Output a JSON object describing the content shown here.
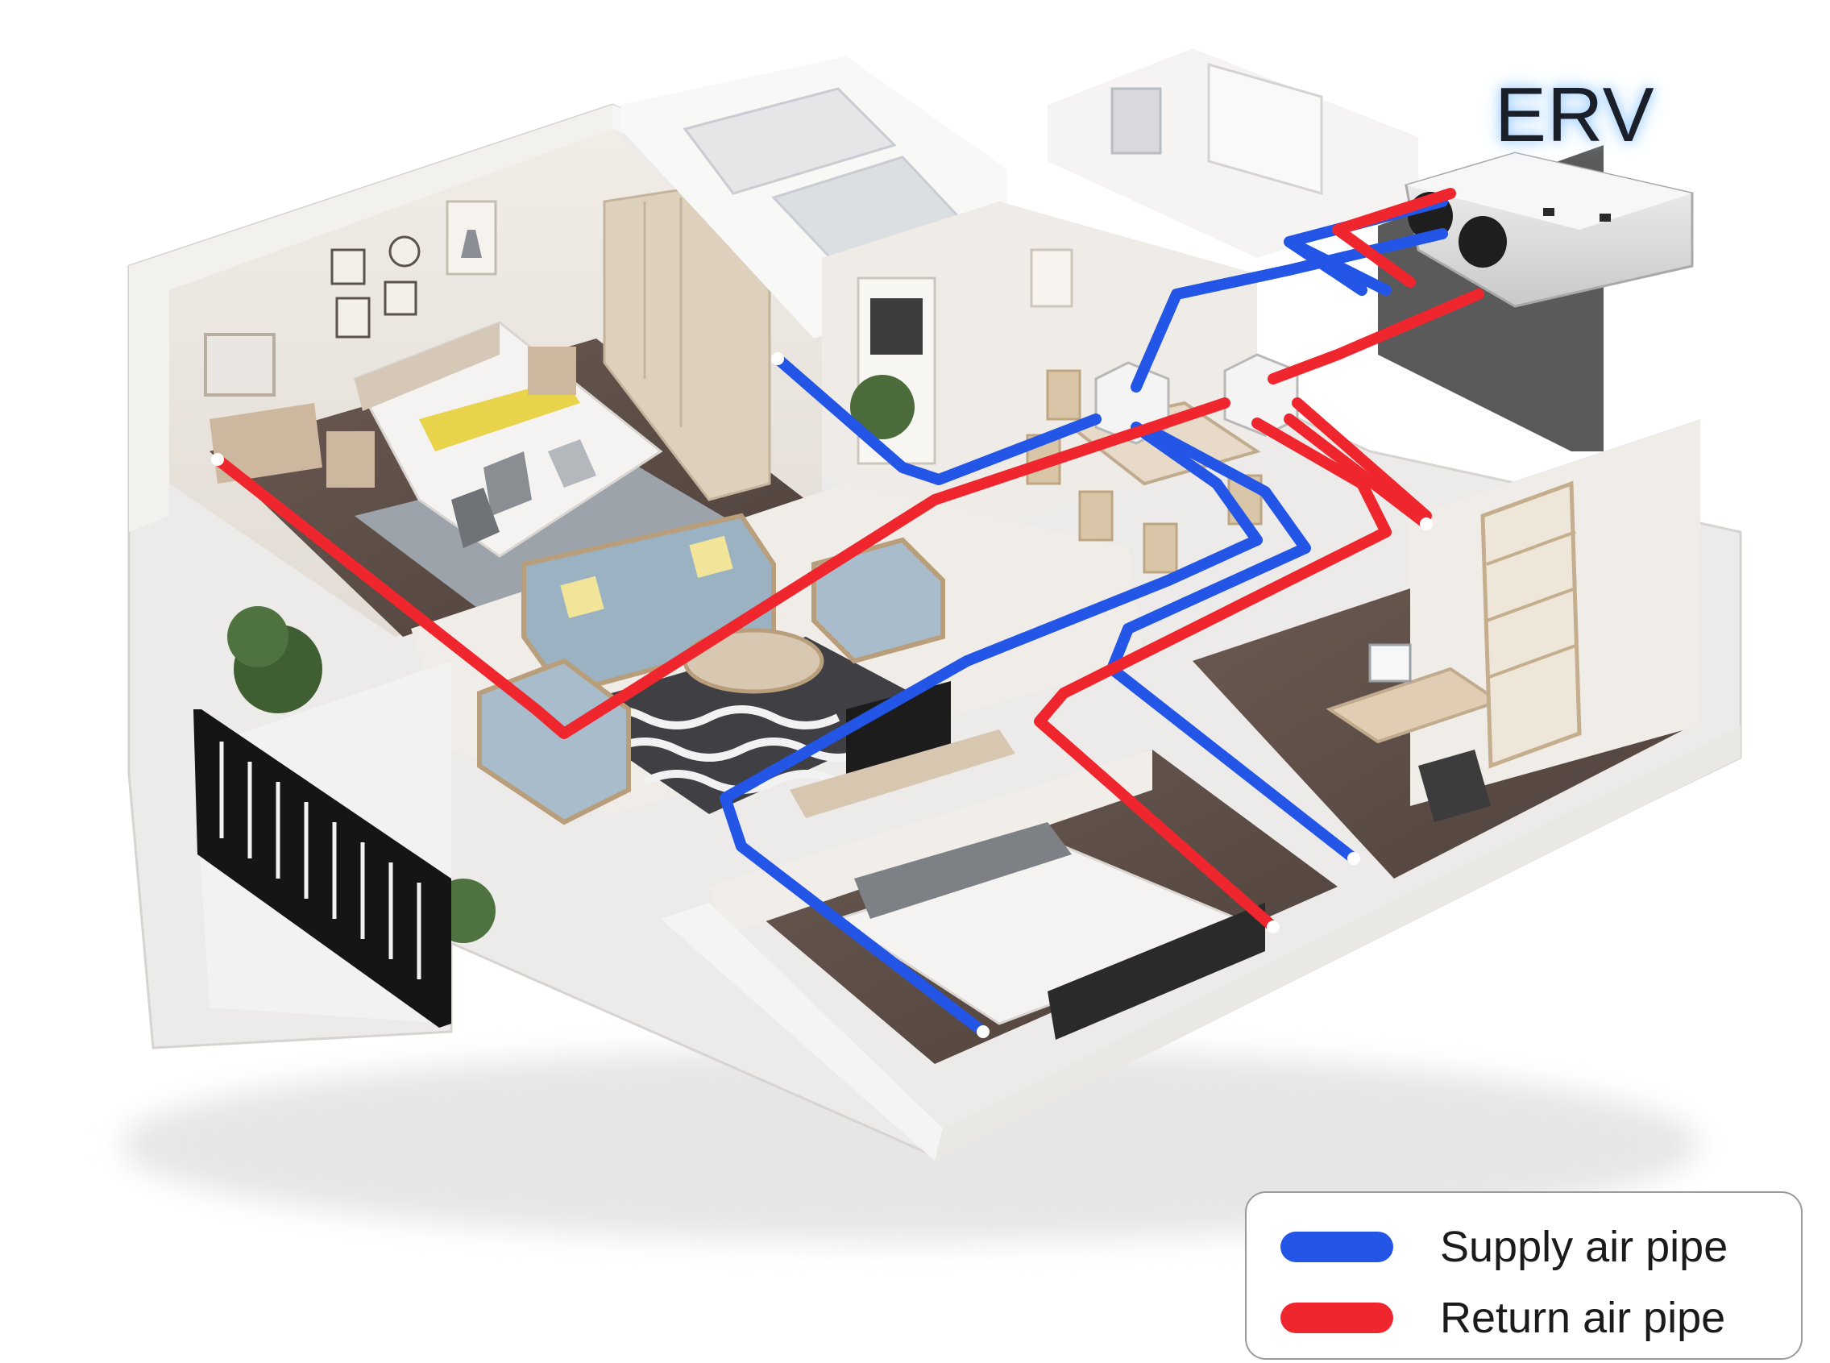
{
  "erv_label": "ERV",
  "legend": {
    "supply": {
      "label": "Supply air pipe",
      "color": "#2355e6"
    },
    "return": {
      "label": "Return air pipe",
      "color": "#f0262e"
    }
  }
}
